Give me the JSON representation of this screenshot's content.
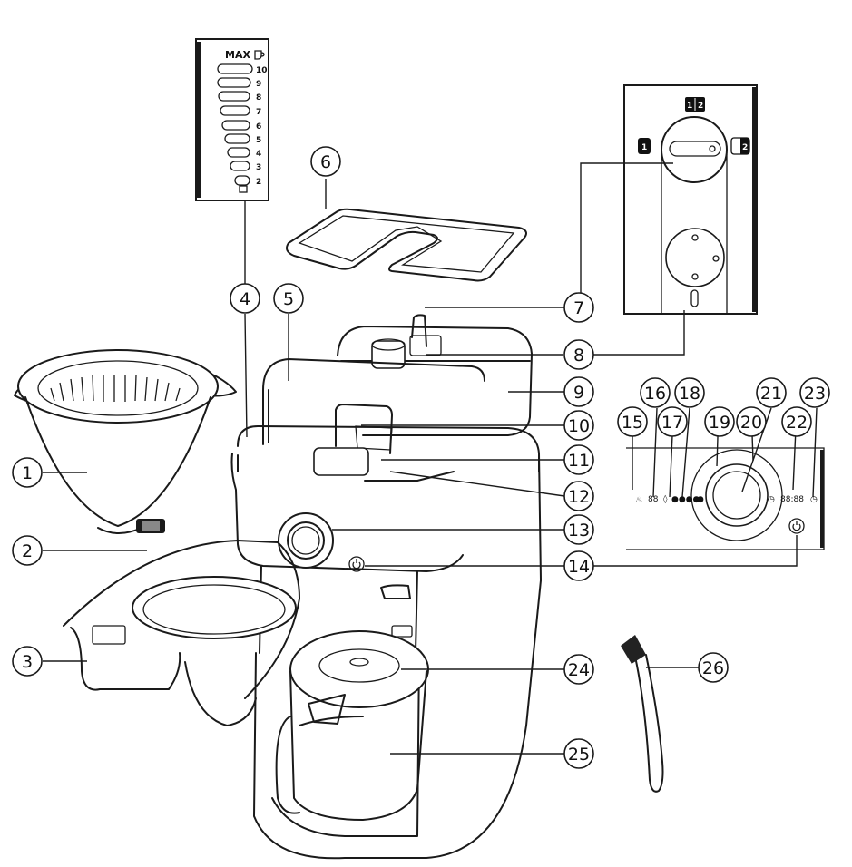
{
  "callouts": [
    {
      "label": "1"
    },
    {
      "label": "2"
    },
    {
      "label": "3"
    },
    {
      "label": "4"
    },
    {
      "label": "5"
    },
    {
      "label": "6"
    },
    {
      "label": "7"
    },
    {
      "label": "8"
    },
    {
      "label": "9"
    },
    {
      "label": "10"
    },
    {
      "label": "11"
    },
    {
      "label": "12"
    },
    {
      "label": "13"
    },
    {
      "label": "14"
    },
    {
      "label": "15"
    },
    {
      "label": "16"
    },
    {
      "label": "17"
    },
    {
      "label": "18"
    },
    {
      "label": "19"
    },
    {
      "label": "20"
    },
    {
      "label": "21"
    },
    {
      "label": "22"
    },
    {
      "label": "23"
    },
    {
      "label": "24"
    },
    {
      "label": "25"
    },
    {
      "label": "26"
    }
  ],
  "water_gauge": {
    "max_label": "MAX",
    "levels": [
      "10",
      "9",
      "8",
      "7",
      "6",
      "5",
      "4",
      "3",
      "2"
    ]
  },
  "grinder_detail": {
    "positions": [
      "1",
      "2",
      "1",
      "2"
    ]
  },
  "control_panel": {
    "display_left": "88",
    "display_time": "88:88"
  }
}
